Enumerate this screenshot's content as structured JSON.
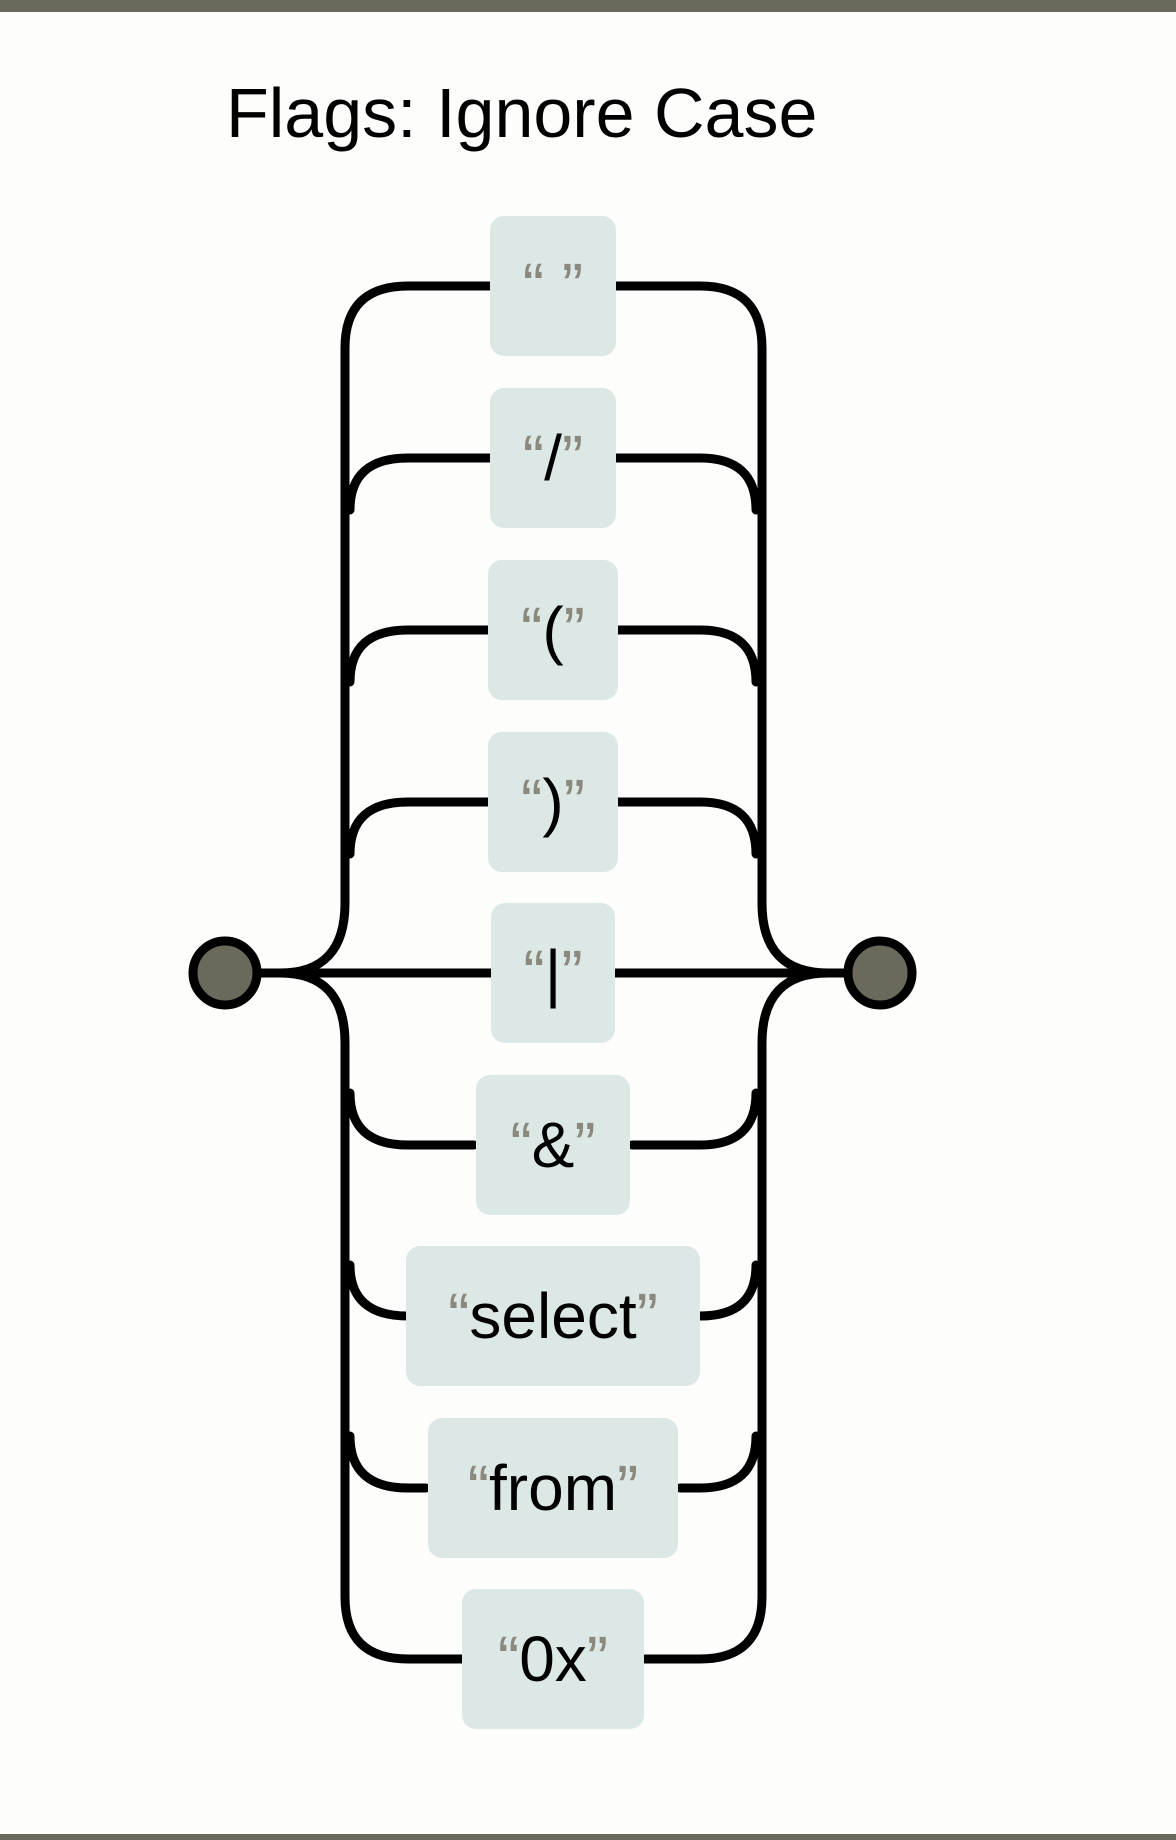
{
  "diagram": {
    "flags_label": "Flags: Ignore Case",
    "open_quote": "“",
    "close_quote": "”",
    "alternatives": [
      {
        "literal": " "
      },
      {
        "literal": "/"
      },
      {
        "literal": "("
      },
      {
        "literal": ")"
      },
      {
        "literal": "|"
      },
      {
        "literal": "&"
      },
      {
        "literal": "select"
      },
      {
        "literal": "from"
      },
      {
        "literal": "0x"
      }
    ]
  },
  "colors": {
    "frame_bar": "#6b685c",
    "token_fill": "#dce8e6",
    "quote_mark": "#8b887d",
    "terminal_fill": "#6b685c",
    "rail": "#000000"
  }
}
